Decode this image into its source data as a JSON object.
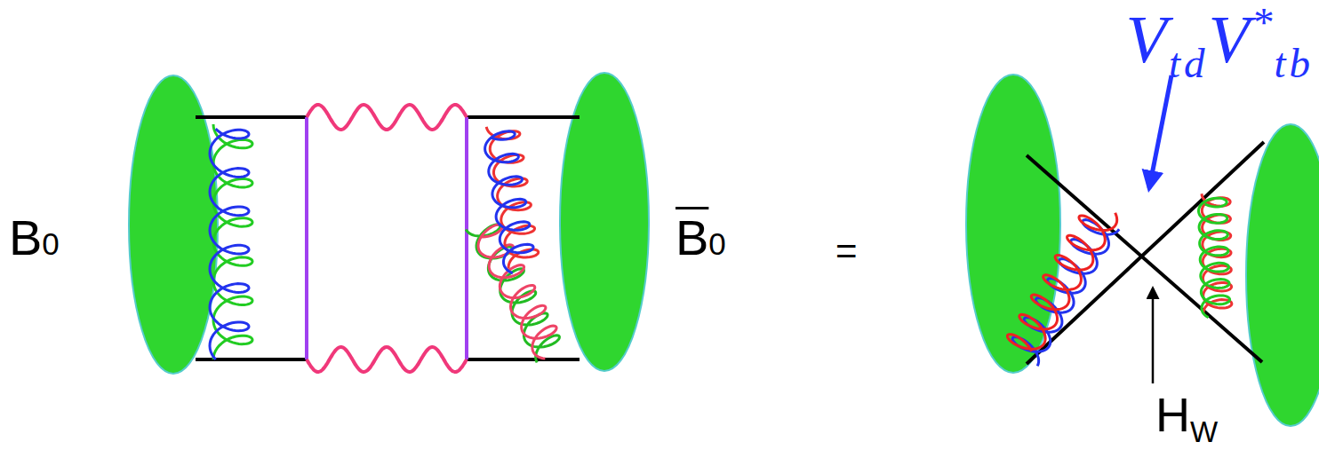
{
  "diagram": {
    "labels": [
      "B0",
      "B0",
      "=",
      "VtdV*tb",
      "HW"
    ]
  }
}
